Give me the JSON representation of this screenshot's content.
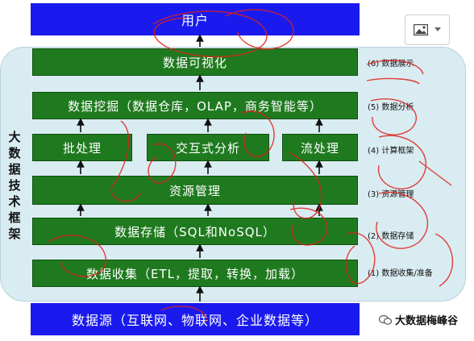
{
  "top": {
    "label": "用户"
  },
  "side_label": [
    "大",
    "数",
    "据",
    "技",
    "术",
    "框",
    "架"
  ],
  "layers": {
    "visualization": "数据可视化",
    "mining": "数据挖掘（数据仓库，OLAP，商务智能等）",
    "batch": "批处理",
    "interactive": "交互式分析",
    "stream": "流处理",
    "resource": "资源管理",
    "storage": "数据存储（SQL和NoSQL）",
    "collection": "数据收集（ETL，提取，转换，加载）"
  },
  "bottom": {
    "label": "数据源（互联网、物联网、企业数据等）"
  },
  "right_labels": [
    "(6) 数据展示",
    "(5) 数据分析",
    "(4) 计算框架",
    "(3) 资源管理",
    "(2) 数据存储",
    "(1) 数据收集/准备"
  ],
  "watermark": {
    "text": "大数据梅峰谷"
  },
  "colors": {
    "blue": "#1a1aee",
    "green": "#1f7a1f",
    "panel": "#d9ecf1",
    "scribble": "#e0201a"
  },
  "icons": {
    "image": "image-icon",
    "dropdown": "caret-down-icon",
    "wechat": "wechat-icon"
  }
}
